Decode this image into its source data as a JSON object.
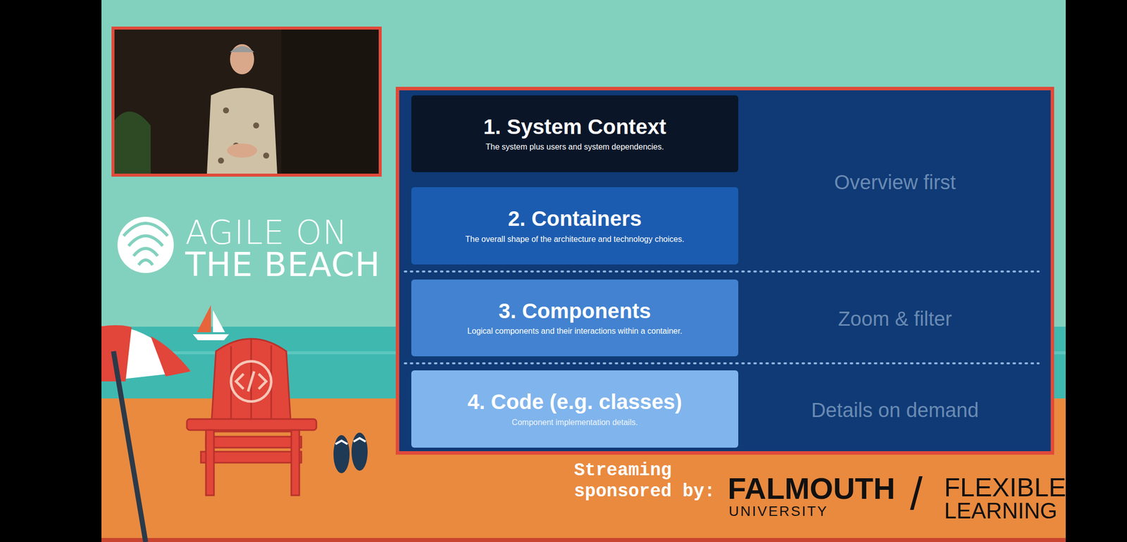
{
  "diagram": {
    "nodes": [
      {
        "text": [
          "1. System Context",
          "The system plus users and system dependencies."
        ]
      },
      {
        "text": [
          "2. Containers",
          "The overall shape of the architecture and technology choices."
        ]
      },
      {
        "text": [
          "3. Components",
          "Logical components and their interactions within a container."
        ]
      },
      {
        "text": [
          "4. Code (e.g. classes)",
          "Component implementation details."
        ]
      }
    ],
    "labels": [
      "AGILE ON",
      "THE BEACH",
      "Overview first",
      "Zoom & filter",
      "Details on demand",
      "Streaming",
      "sponsored by:",
      "FALMOUTH",
      "UNIVERSITY",
      "/",
      "FLEXIBLE",
      "LEARNING"
    ]
  }
}
